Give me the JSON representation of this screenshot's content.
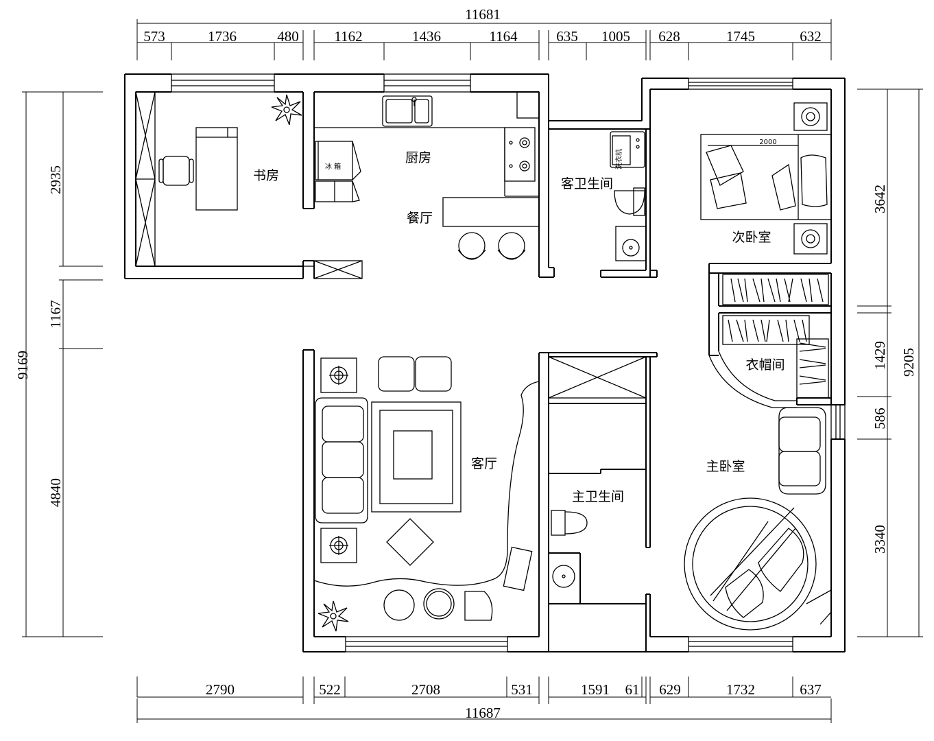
{
  "rooms": {
    "study": "书房",
    "kitchen": "厨房",
    "dining": "餐厅",
    "guest_bath": "客卫生间",
    "second_bedroom": "次卧室",
    "cloakroom": "衣帽间",
    "living_room": "客厅",
    "master_bath": "主卫生间",
    "master_bedroom": "主卧室"
  },
  "fixtures": {
    "fridge": "冰 箱",
    "washer": "洗衣机",
    "bed_size": "2000"
  },
  "dimensions": {
    "top_total": "11681",
    "top": [
      "573",
      "1736",
      "480",
      "1162",
      "1436",
      "1164",
      "635",
      "1005",
      "628",
      "1745",
      "632"
    ],
    "bottom_total": "11687",
    "bottom": [
      "2790",
      "522",
      "2708",
      "531",
      "1591",
      "61",
      "629",
      "1732",
      "637"
    ],
    "left_total": "9169",
    "left": [
      "2935",
      "1167",
      "4840"
    ],
    "right_total": "9205",
    "right": [
      "3642",
      "1429",
      "586",
      "3340"
    ]
  }
}
